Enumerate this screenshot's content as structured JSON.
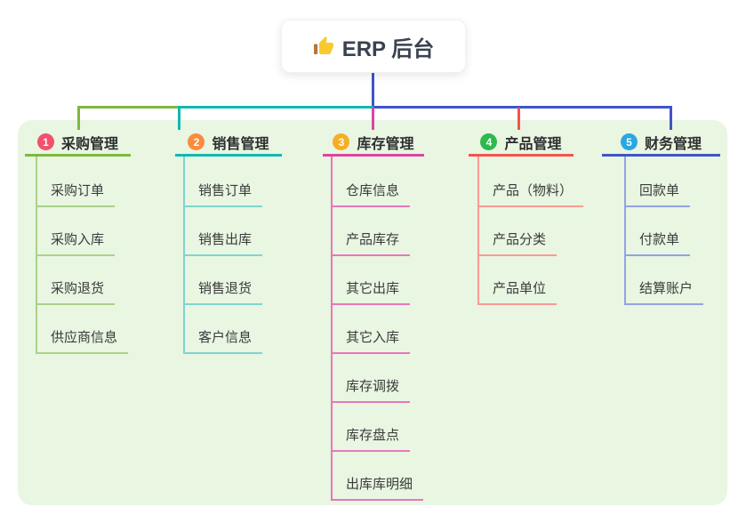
{
  "root": {
    "label": "ERP 后台",
    "icon": "thumbs-up"
  },
  "branches": [
    {
      "badge": "1",
      "title": "采购管理",
      "accent_color": "#7eb83f",
      "child_color": "#abd289",
      "badge_color": "#f3506e",
      "children": [
        "采购订单",
        "采购入库",
        "采购退货",
        "供应商信息"
      ]
    },
    {
      "badge": "2",
      "title": "销售管理",
      "accent_color": "#0fb9b1",
      "child_color": "#7fd5cd",
      "badge_color": "#fa8c3e",
      "children": [
        "销售订单",
        "销售出库",
        "销售退货",
        "客户信息"
      ]
    },
    {
      "badge": "3",
      "title": "库存管理",
      "accent_color": "#dd44a5",
      "child_color": "#e976ba",
      "badge_color": "#f6ae27",
      "children": [
        "仓库信息",
        "产品库存",
        "其它出库",
        "其它入库",
        "库存调拨",
        "库存盘点",
        "出库库明细"
      ]
    },
    {
      "badge": "4",
      "title": "产品管理",
      "accent_color": "#f4544d",
      "child_color": "#f89b94",
      "badge_color": "#2eb84e",
      "children": [
        "产品（物料）",
        "产品分类",
        "产品单位"
      ]
    },
    {
      "badge": "5",
      "title": "财务管理",
      "accent_color": "#4154c8",
      "child_color": "#92a3e2",
      "badge_color": "#29a8e0",
      "children": [
        "回款单",
        "付款单",
        "结算账户"
      ]
    }
  ],
  "canvas": {
    "background": "#ffffff",
    "panel_color": "#e8f6e2",
    "root_connector_color": "#4154c8"
  }
}
